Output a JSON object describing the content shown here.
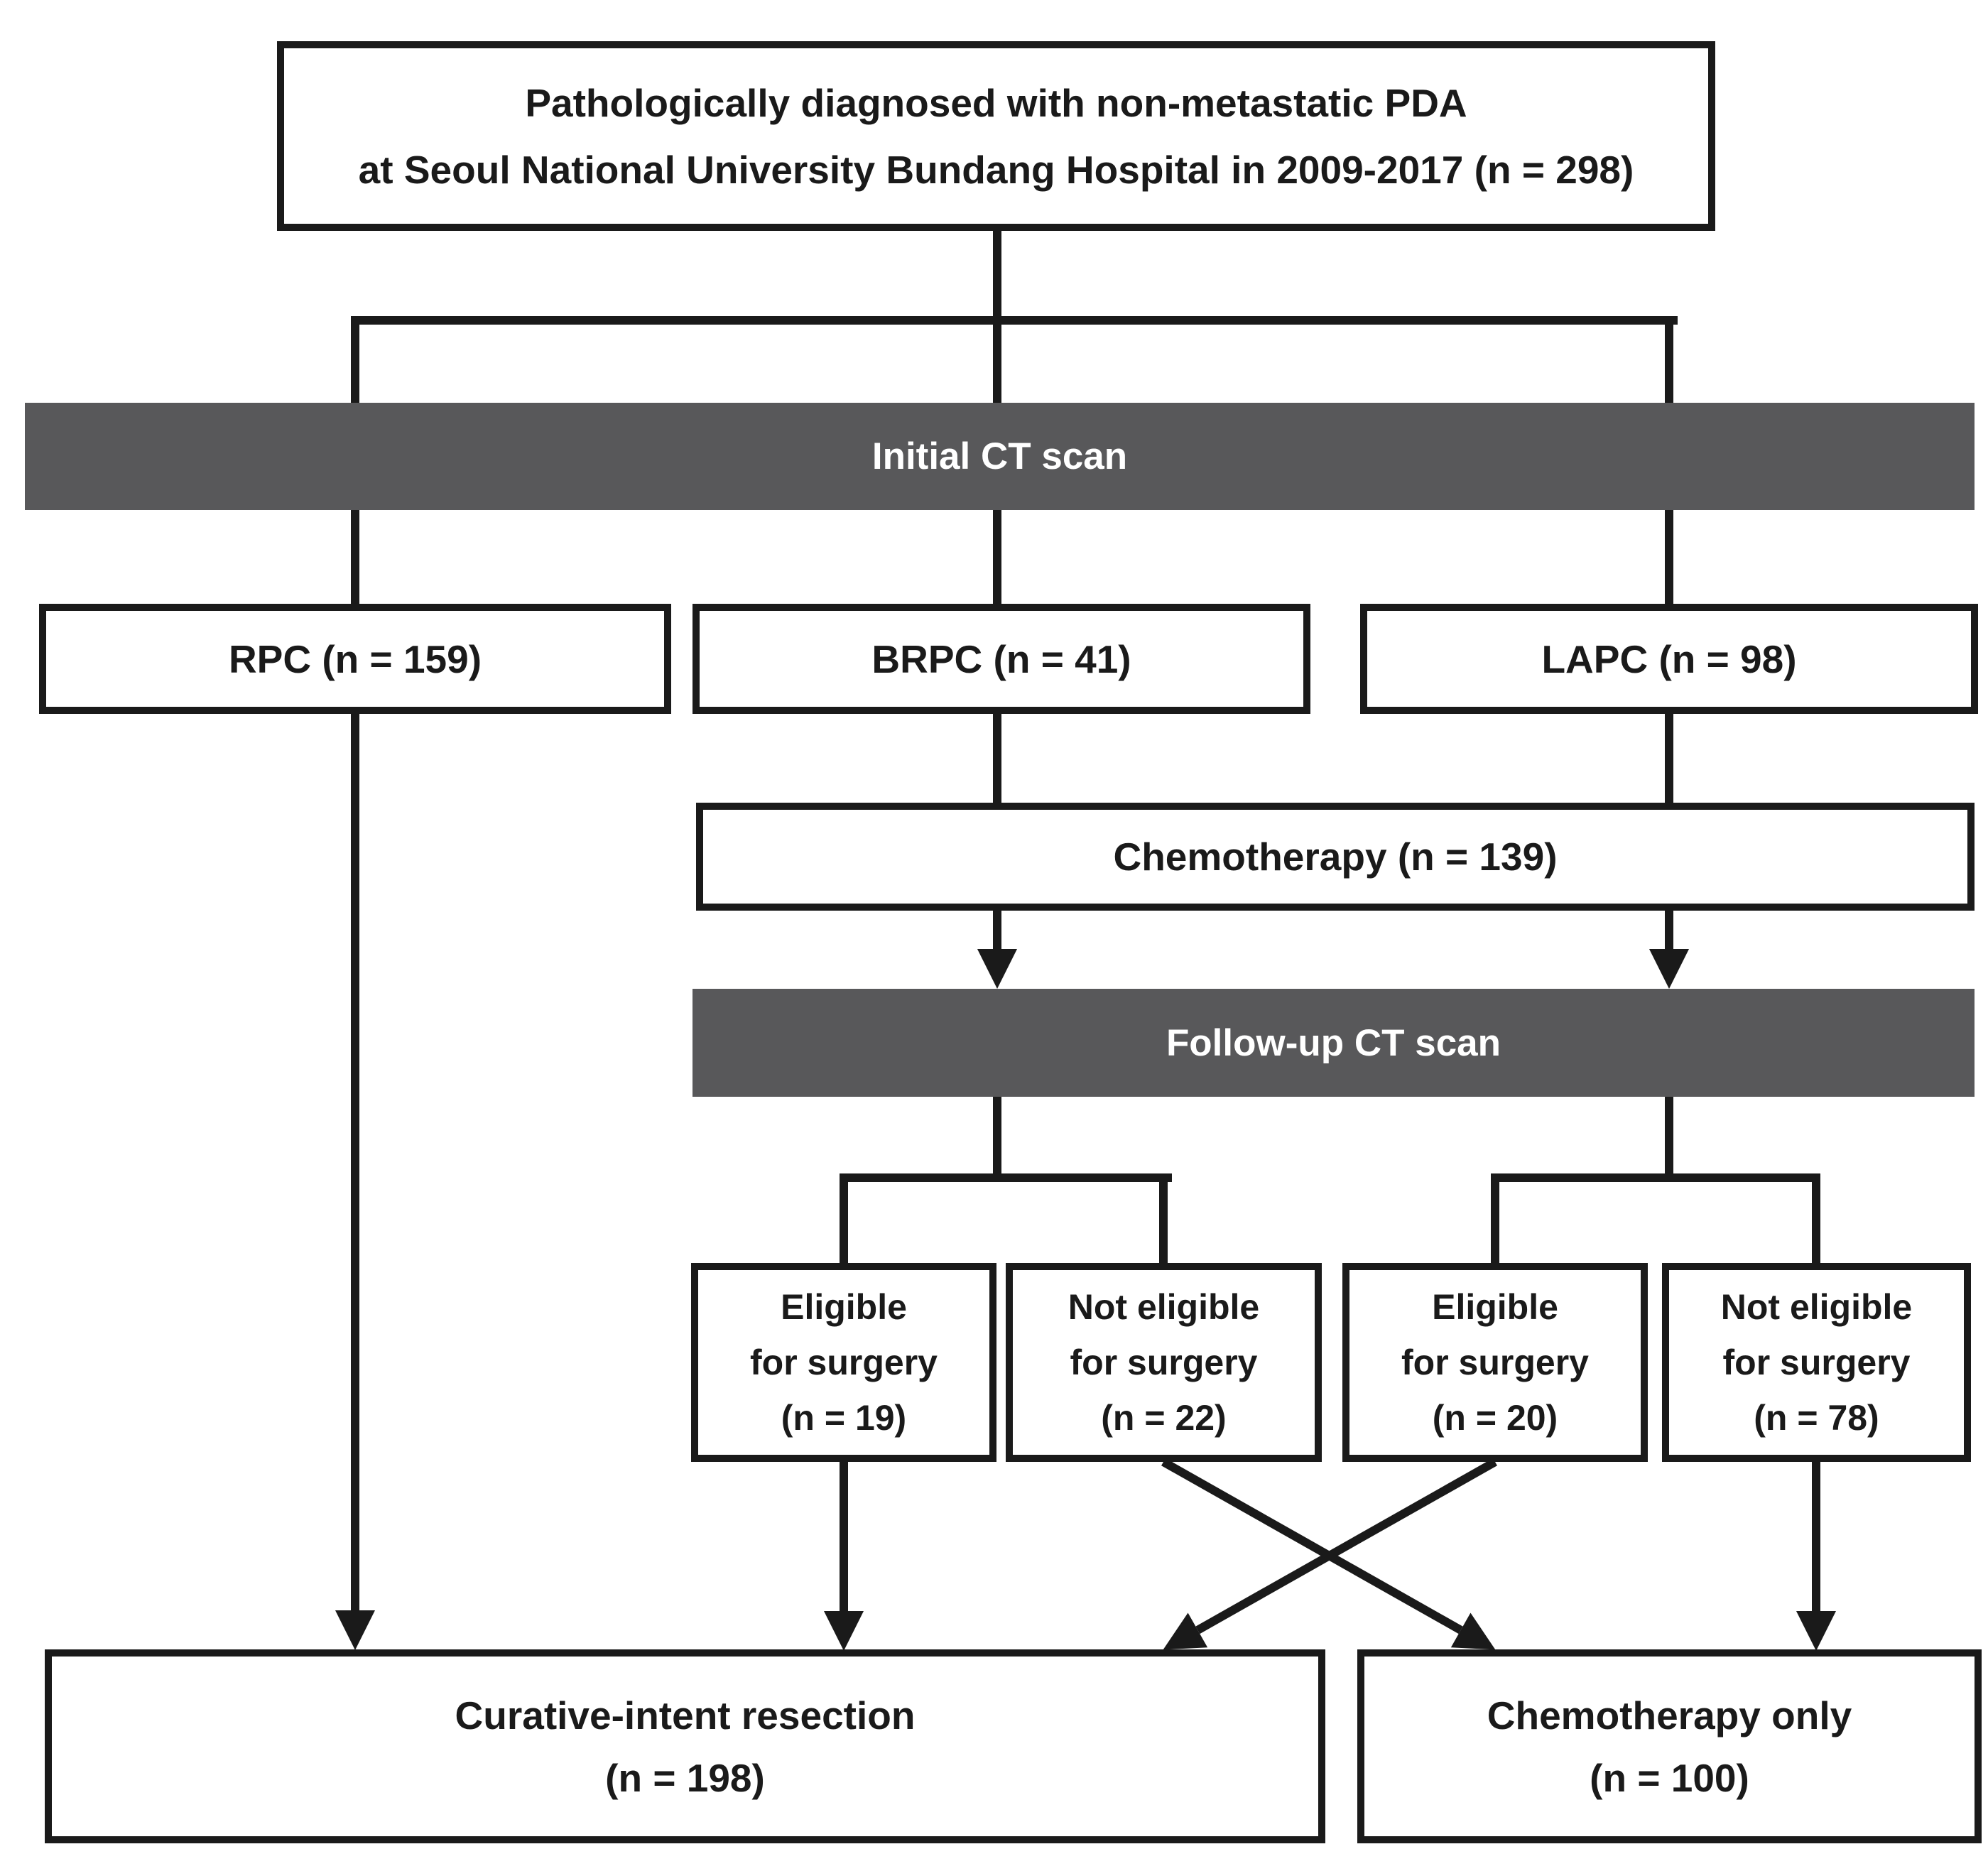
{
  "diagram": {
    "source_box": {
      "line1": "Pathologically diagnosed with non-metastatic PDA",
      "line2": "at Seoul National University Bundang Hospital in 2009-2017 (n = 298)"
    },
    "banner_initial": "Initial CT scan",
    "banner_followup": "Follow-up CT scan",
    "group_boxes": {
      "rpc": "RPC (n = 159)",
      "brpc": "BRPC (n = 41)",
      "lapc": "LAPC (n = 98)"
    },
    "chemotherapy_box": "Chemotherapy (n = 139)",
    "eligibility_boxes": {
      "brpc_eligible": {
        "line1": "Eligible",
        "line2": "for surgery",
        "line3": "(n = 19)"
      },
      "brpc_not_eligible": {
        "line1": "Not eligible",
        "line2": "for surgery",
        "line3": "(n = 22)"
      },
      "lapc_eligible": {
        "line1": "Eligible",
        "line2": "for surgery",
        "line3": "(n = 20)"
      },
      "lapc_not_eligible": {
        "line1": "Not eligible",
        "line2": "for surgery",
        "line3": "(n = 78)"
      }
    },
    "outcome_boxes": {
      "resection": {
        "line1": "Curative-intent resection",
        "line2": "(n = 198)"
      },
      "chemo_only": {
        "line1": "Chemotherapy only",
        "line2": "(n = 100)"
      }
    }
  },
  "colors": {
    "banner_bg": "#58585a",
    "banner_text": "#ffffff",
    "line": "#1a1a1a",
    "text": "#1a1a1a",
    "background": "#ffffff"
  }
}
